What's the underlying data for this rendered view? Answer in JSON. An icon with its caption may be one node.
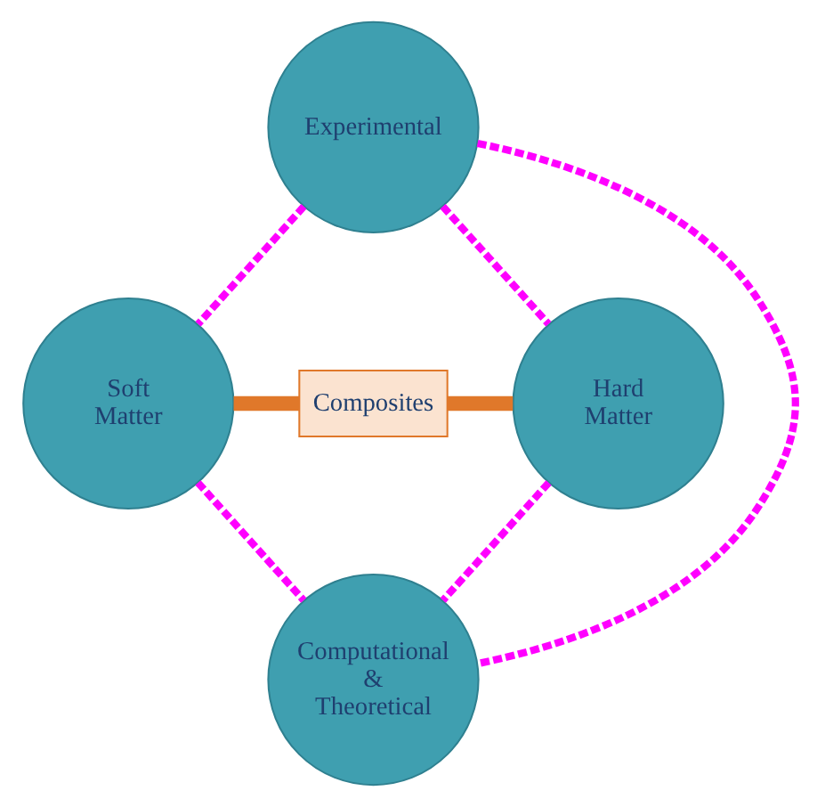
{
  "diagram": {
    "nodes": [
      {
        "text": [
          "Experimental"
        ]
      },
      {
        "text": [
          "Soft Matter"
        ]
      },
      {
        "text": [
          "Composites"
        ]
      },
      {
        "text": [
          "Hard Matter"
        ]
      },
      {
        "text": [
          "Computational & Theoretical"
        ]
      }
    ],
    "edges": [
      {
        "from": 0,
        "to": 1,
        "arrow": "none",
        "style": "dashed"
      },
      {
        "from": 0,
        "to": 3,
        "arrow": "none",
        "style": "dashed"
      },
      {
        "from": 0,
        "to": 4,
        "arrow": "none",
        "style": "dashed"
      },
      {
        "from": 1,
        "to": 4,
        "arrow": "none",
        "style": "dashed"
      },
      {
        "from": 3,
        "to": 4,
        "arrow": "none",
        "style": "dashed"
      },
      {
        "from": 1,
        "to": 2,
        "arrow": "none",
        "style": "thick",
        "color": "#e0782a"
      },
      {
        "from": 2,
        "to": 3,
        "arrow": "none",
        "style": "thick",
        "color": "#e0782a"
      }
    ]
  }
}
